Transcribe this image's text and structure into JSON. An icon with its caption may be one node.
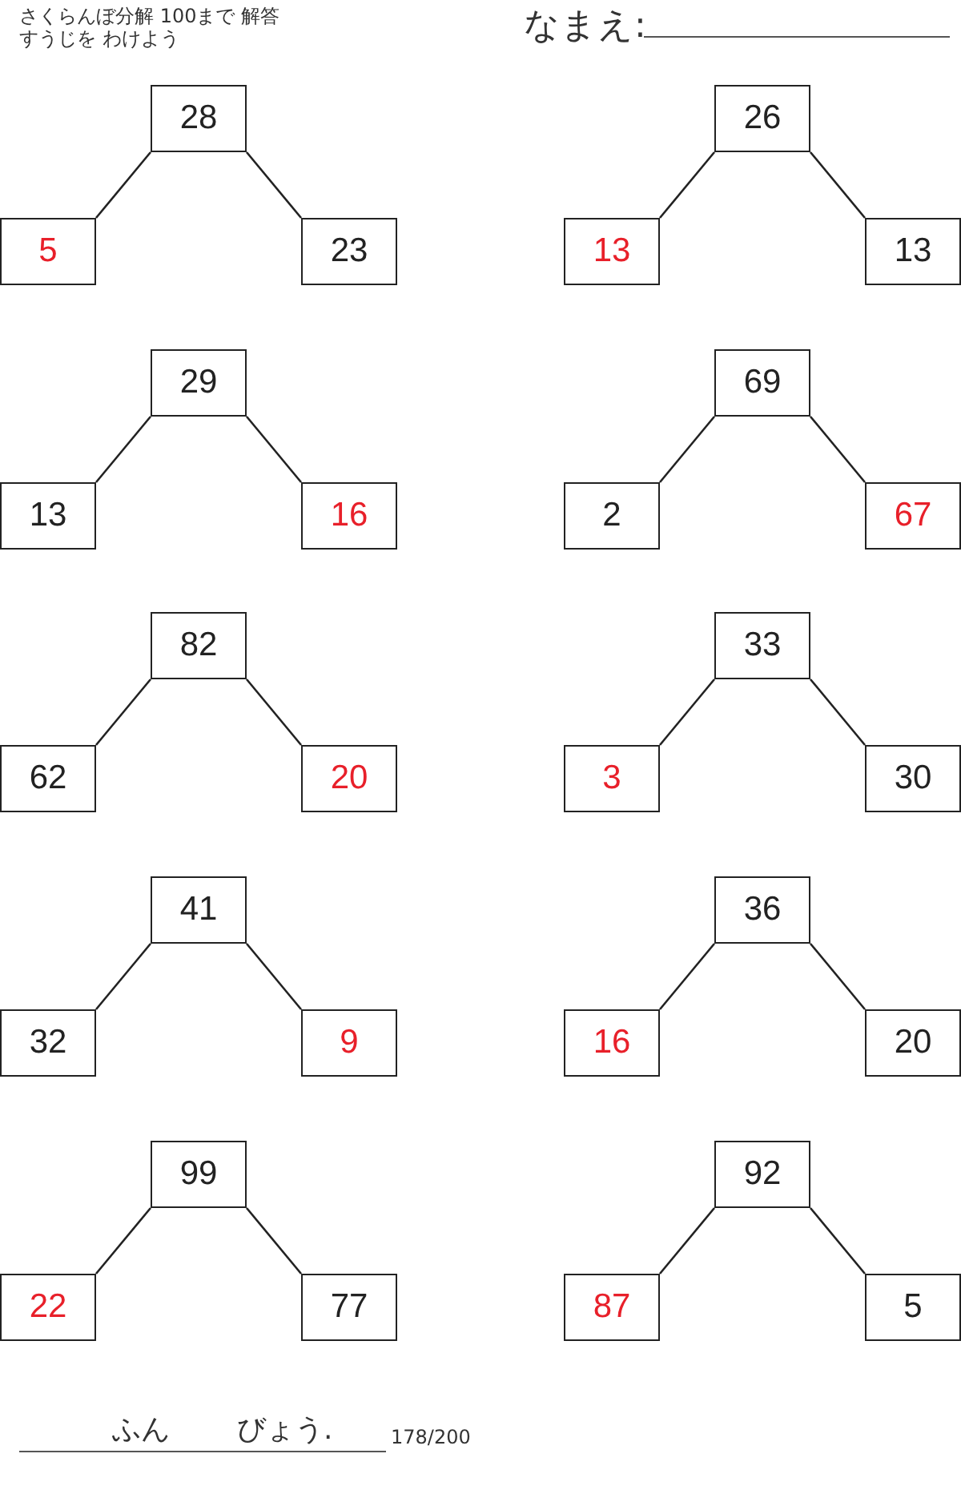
{
  "diagram": {
    "title": "さくらんぼ分解 100まで 解答",
    "nodes": [
      {
        "text": [
          "28"
        ]
      },
      {
        "text": [
          "5"
        ]
      },
      {
        "text": [
          "23"
        ]
      },
      {
        "text": [
          "26"
        ]
      },
      {
        "text": [
          "13"
        ]
      },
      {
        "text": [
          "13"
        ]
      },
      {
        "text": [
          "29"
        ]
      },
      {
        "text": [
          "13"
        ]
      },
      {
        "text": [
          "16"
        ]
      },
      {
        "text": [
          "69"
        ]
      },
      {
        "text": [
          "2"
        ]
      },
      {
        "text": [
          "67"
        ]
      },
      {
        "text": [
          "82"
        ]
      },
      {
        "text": [
          "62"
        ]
      },
      {
        "text": [
          "20"
        ]
      },
      {
        "text": [
          "33"
        ]
      },
      {
        "text": [
          "3"
        ]
      },
      {
        "text": [
          "30"
        ]
      },
      {
        "text": [
          "41"
        ]
      },
      {
        "text": [
          "32"
        ]
      },
      {
        "text": [
          "9"
        ]
      },
      {
        "text": [
          "36"
        ]
      },
      {
        "text": [
          "16"
        ]
      },
      {
        "text": [
          "20"
        ]
      },
      {
        "text": [
          "99"
        ]
      },
      {
        "text": [
          "22"
        ]
      },
      {
        "text": [
          "77"
        ]
      },
      {
        "text": [
          "92"
        ]
      },
      {
        "text": [
          "87"
        ]
      },
      {
        "text": [
          "5"
        ]
      }
    ],
    "edges": [
      {
        "from": 0,
        "to": 1,
        "arrow": "none"
      },
      {
        "from": 0,
        "to": 2,
        "arrow": "none"
      },
      {
        "from": 3,
        "to": 4,
        "arrow": "none"
      },
      {
        "from": 3,
        "to": 5,
        "arrow": "none"
      },
      {
        "from": 6,
        "to": 7,
        "arrow": "none"
      },
      {
        "from": 6,
        "to": 8,
        "arrow": "none"
      },
      {
        "from": 9,
        "to": 10,
        "arrow": "none"
      },
      {
        "from": 9,
        "to": 11,
        "arrow": "none"
      },
      {
        "from": 12,
        "to": 13,
        "arrow": "none"
      },
      {
        "from": 12,
        "to": 14,
        "arrow": "none"
      },
      {
        "from": 15,
        "to": 16,
        "arrow": "none"
      },
      {
        "from": 15,
        "to": 17,
        "arrow": "none"
      },
      {
        "from": 18,
        "to": 19,
        "arrow": "none"
      },
      {
        "from": 18,
        "to": 20,
        "arrow": "none"
      },
      {
        "from": 21,
        "to": 22,
        "arrow": "none"
      },
      {
        "from": 21,
        "to": 23,
        "arrow": "none"
      },
      {
        "from": 24,
        "to": 25,
        "arrow": "none"
      },
      {
        "from": 24,
        "to": 26,
        "arrow": "none"
      },
      {
        "from": 27,
        "to": 28,
        "arrow": "none"
      },
      {
        "from": 27,
        "to": 29,
        "arrow": "none"
      }
    ],
    "labels": [
      "すうじを わけよう",
      "なまえ:",
      "ふん",
      "びょう.",
      "178/200"
    ]
  }
}
